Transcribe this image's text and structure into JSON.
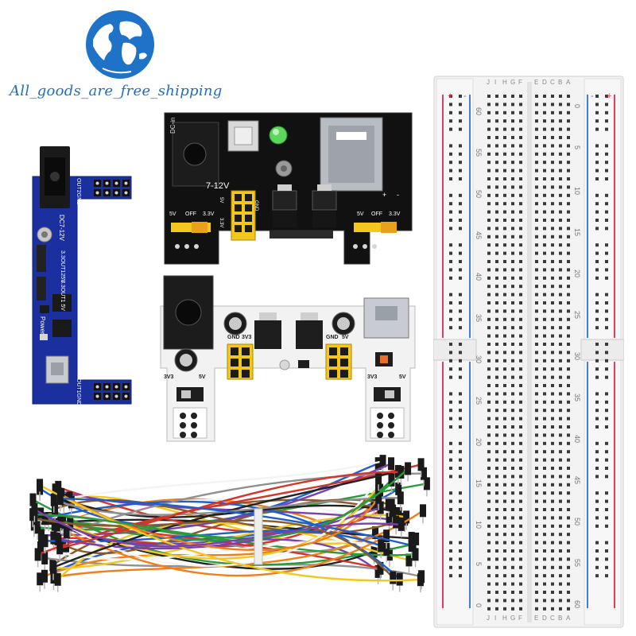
{
  "watermark": {
    "text": "All_goods_are_free_shipping",
    "color": "#1f6fc2"
  },
  "logo": {
    "icon": "globe-icon",
    "color": "#1e73c8"
  },
  "blue_module": {
    "labels": {
      "out_top": "OUT2GND",
      "dc_in": "DC7-12V",
      "voltage_top": "3.3OUT125V",
      "voltage_mid": "3.3OUT1 5V",
      "power": "Power",
      "out_bottom": "OUT1GND"
    },
    "color": "#1b2f9e"
  },
  "black_module": {
    "labels": {
      "dc_in": "DC-in",
      "input_range": "7-12V",
      "left_5v": "5V",
      "left_off": "OFF",
      "left_33v": "3.3V",
      "right_5v": "5V",
      "right_off": "OFF",
      "right_33v": "3.3V",
      "gnd": "GND",
      "pin_5v": "5V",
      "pin_33v": "3.3V",
      "plus": "+",
      "minus": "-"
    },
    "color": "#111111"
  },
  "white_module": {
    "labels": {
      "gnd_left": "GND",
      "v33_left": "3V3",
      "gnd_right": "GND",
      "v5_right": "5V",
      "switch_left_33": "3V3",
      "switch_left_5": "5V",
      "switch_right_33": "3V3",
      "switch_right_5": "5V"
    },
    "color": "#f2f2f2"
  },
  "breadboard": {
    "column_letters_left": [
      "J",
      "I",
      "H",
      "G",
      "F"
    ],
    "column_letters_right": [
      "E",
      "D",
      "C",
      "B",
      "A"
    ],
    "row_numbers_left": [
      "60",
      "55",
      "50",
      "45",
      "40",
      "35",
      "30",
      "25",
      "20",
      "15",
      "10",
      "5",
      "0"
    ],
    "row_numbers_right": [
      "0",
      "5",
      "10",
      "15",
      "20",
      "25",
      "30",
      "35",
      "40",
      "45",
      "50",
      "55",
      "60"
    ],
    "rail_plus": "+",
    "rail_minus": "-",
    "colors": {
      "red_rail": "#e0405a",
      "blue_rail": "#3f7fd8",
      "body": "#f3f3f3"
    }
  },
  "jumper_wires": {
    "colors": [
      "#d8332a",
      "#f07f1a",
      "#f2c81f",
      "#2a9a3b",
      "#1e5fd0",
      "#7a3fb0",
      "#ffffff",
      "#222222",
      "#8a5a2b",
      "#909090"
    ]
  }
}
